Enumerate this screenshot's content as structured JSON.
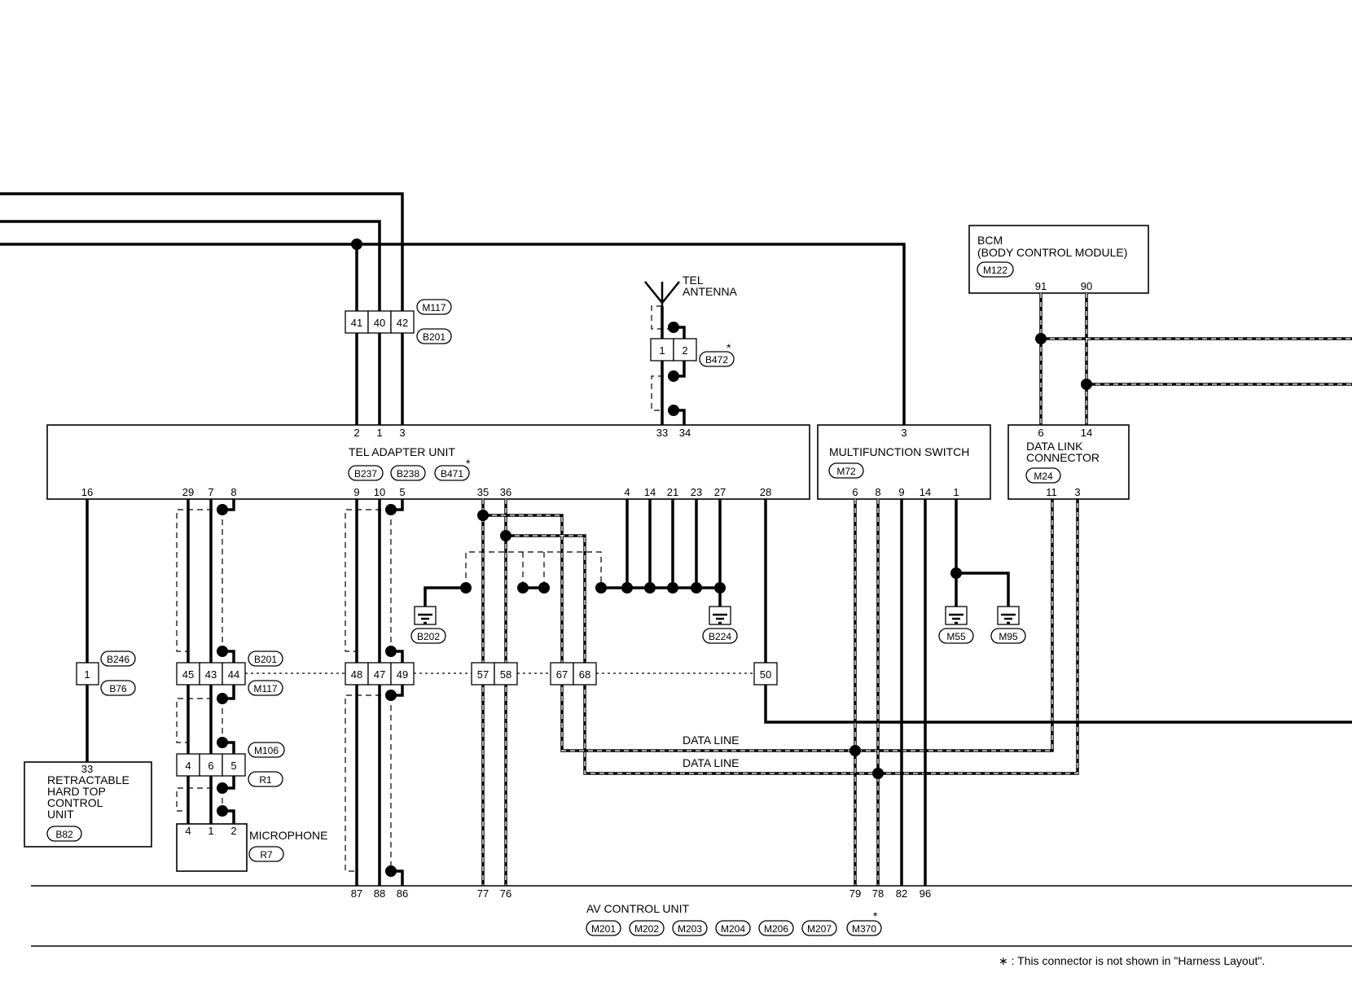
{
  "units": {
    "tel_adapter": {
      "name": "TEL ADAPTER UNIT",
      "connectors": [
        "B237",
        "B238",
        "B471"
      ],
      "star": "*"
    },
    "multifunction": {
      "name": "MULTIFUNCTION SWITCH",
      "connector": "M72"
    },
    "bcm": {
      "name_line1": "BCM",
      "name_line2": "(BODY CONTROL MODULE)",
      "connector": "M122"
    },
    "dlc": {
      "name_line1": "DATA LINK",
      "name_line2": "CONNECTOR",
      "connector": "M24"
    },
    "av_control": {
      "name": "AV CONTROL UNIT",
      "connectors": [
        "M201",
        "M202",
        "M203",
        "M204",
        "M206",
        "M207",
        "M370"
      ],
      "star": "*"
    },
    "retractable": {
      "pin": "33",
      "line1": "RETRACTABLE",
      "line2": "HARD TOP",
      "line3": "CONTROL",
      "line4": "UNIT",
      "connector": "B82"
    },
    "microphone": {
      "name": "MICROPHONE",
      "connector": "R7",
      "pins": [
        "4",
        "1",
        "2"
      ]
    },
    "antenna": {
      "line1": "TEL",
      "line2": "ANTENNA"
    }
  },
  "connectors": {
    "top_joint": {
      "pins": [
        "41",
        "40",
        "42"
      ],
      "labels": [
        "M117",
        "B201"
      ]
    },
    "antenna_joint": {
      "pins": [
        "1",
        "2"
      ],
      "label": "B472",
      "star": "*"
    },
    "single": {
      "pin": "1",
      "labels": [
        "B246",
        "B76"
      ]
    },
    "mid_a": {
      "pins": [
        "45",
        "43",
        "44"
      ],
      "labels": [
        "B201",
        "M117"
      ]
    },
    "mid_b": {
      "pins": [
        "48",
        "47",
        "49"
      ]
    },
    "mid_c": {
      "pins": [
        "57",
        "58"
      ]
    },
    "mid_d": {
      "pins": [
        "67",
        "68"
      ]
    },
    "mid_e": {
      "pins": [
        "50"
      ]
    },
    "mic_joint": {
      "pins": [
        "4",
        "6",
        "5"
      ],
      "labels": [
        "M106",
        "R1"
      ]
    }
  },
  "pins": {
    "tel_top": [
      "2",
      "1",
      "3",
      "33",
      "34"
    ],
    "tel_bottom": [
      "16",
      "29",
      "7",
      "8",
      "9",
      "10",
      "5",
      "35",
      "36",
      "4",
      "14",
      "21",
      "23",
      "27",
      "28"
    ],
    "mfs_top": [
      "3"
    ],
    "mfs_bottom": [
      "6",
      "8",
      "9",
      "14",
      "1"
    ],
    "bcm_bottom": [
      "91",
      "90"
    ],
    "dlc_top": [
      "6",
      "14"
    ],
    "dlc_bottom": [
      "11",
      "3"
    ],
    "av_top": [
      "87",
      "88",
      "86",
      "77",
      "76",
      "79",
      "78",
      "82",
      "96"
    ]
  },
  "grounds": [
    "B202",
    "B224",
    "M55",
    "M95"
  ],
  "data_line_labels": [
    "DATA LINE",
    "DATA LINE"
  ],
  "footnote": "∗ : This connector is not shown in \"Harness Layout\"."
}
